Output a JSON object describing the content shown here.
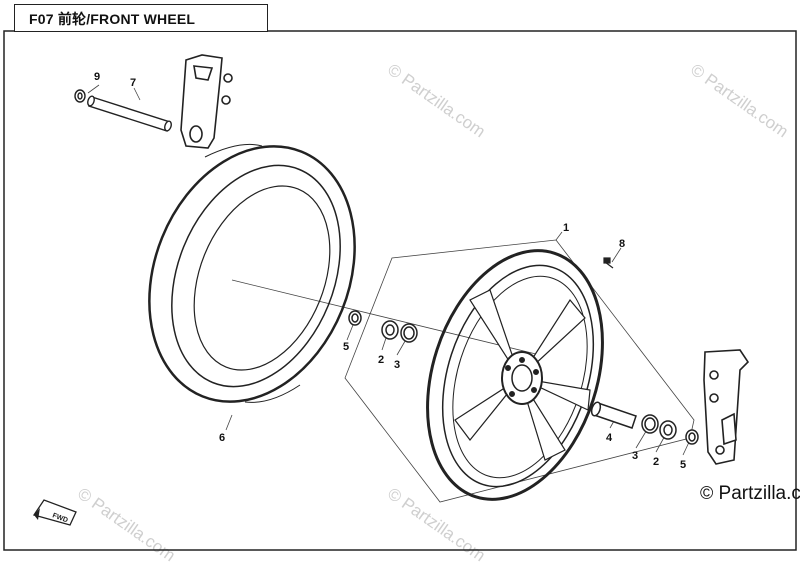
{
  "diagram": {
    "title": "F07 前轮/FRONT WHEEL",
    "watermark": "© Partzilla.com",
    "copyright_symbol": "©",
    "copyright_text": "Partzilla.c",
    "direction_label": "FWD",
    "callouts": [
      "1",
      "2",
      "2",
      "3",
      "3",
      "4",
      "5",
      "5",
      "6",
      "7",
      "8",
      "9"
    ]
  }
}
